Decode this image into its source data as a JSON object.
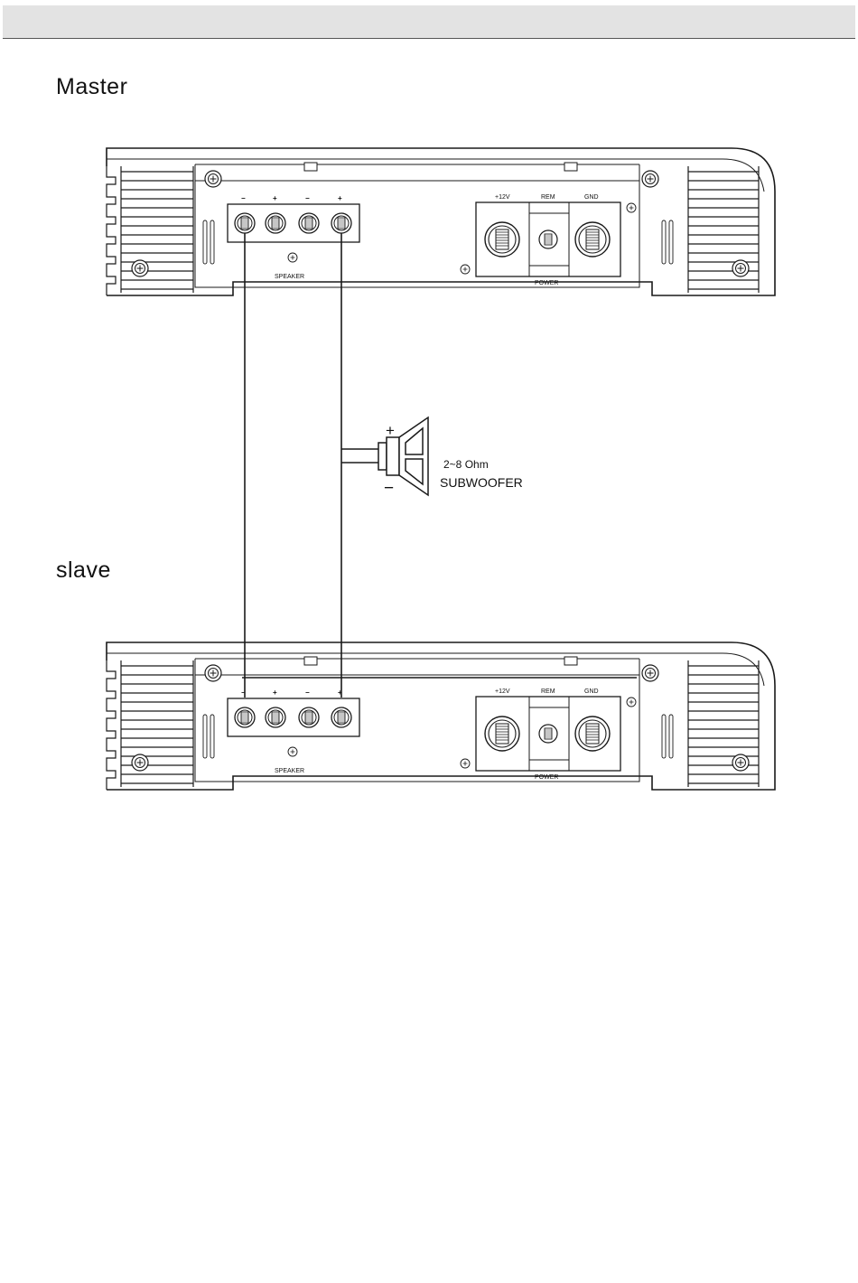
{
  "page": {
    "master_label": "Master",
    "slave_label": "slave"
  },
  "amplifier": {
    "speaker_label": "SPEAKER",
    "power_label": "POWER",
    "speaker_terminal_signs": [
      "−",
      "+",
      "−",
      "+"
    ],
    "power_terminals": [
      "+12V",
      "REM",
      "GND"
    ]
  },
  "subwoofer": {
    "impedance": "2~8 Ohm",
    "label": "SUBWOOFER",
    "plus_sign": "+",
    "minus_sign": "−"
  },
  "colors": {
    "line": "#1a1a1a",
    "header_bar": "#e3e3e3"
  }
}
